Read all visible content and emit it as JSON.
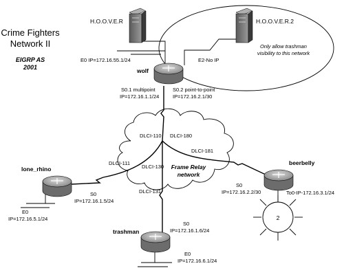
{
  "title": {
    "line1": "Crime Fighters",
    "line2": "Network II",
    "eigrp1": "EIGRP AS",
    "eigrp2": "2001"
  },
  "servers": {
    "hoover": "H.O.O.V.E.R",
    "hoover2": "H.O.O.V.E.R.2"
  },
  "note": {
    "line1": "Only allow trashman",
    "line2": "visibility to this network"
  },
  "cloud": {
    "line1": "Frame Relay",
    "line2": "network"
  },
  "routers": {
    "wolf": {
      "name": "wolf",
      "e0": "E0 IP=172.16.55.1/24",
      "e2": "E2-No IP",
      "s01_line1": "S0.1 multipoint",
      "s01_line2": "IP=172.16.1.1/24",
      "s02_line1": "S0.2 point-to-point",
      "s02_line2": "IP=172.16.2.1/30"
    },
    "lone_rhino": {
      "name": "lone_rhino",
      "s0_line1": "S0",
      "s0_line2": "IP=172.16.1.5/24",
      "e0_line1": "E0",
      "e0_line2": "IP=172.16.5.1/24"
    },
    "beerbelly": {
      "name": "beerbelly",
      "s0_line1": "S0",
      "s0_line2": "IP=172.16.2.2/30",
      "to0": "To0-IP-172.16.3.1/24",
      "ring": "2"
    },
    "trashman": {
      "name": "trashman",
      "s0_line1": "S0",
      "s0_line2": "IP=172.16.1.6/24",
      "e0_line1": "E0",
      "e0_line2": "IP=172.16.6.1/24"
    }
  },
  "dlci": {
    "d110": "DLCI-110",
    "d180": "DLCI-180",
    "d181": "DLCI-181",
    "d111": "DLCI-111",
    "d130": "DLCI-130",
    "d131": "DLCI-131"
  }
}
